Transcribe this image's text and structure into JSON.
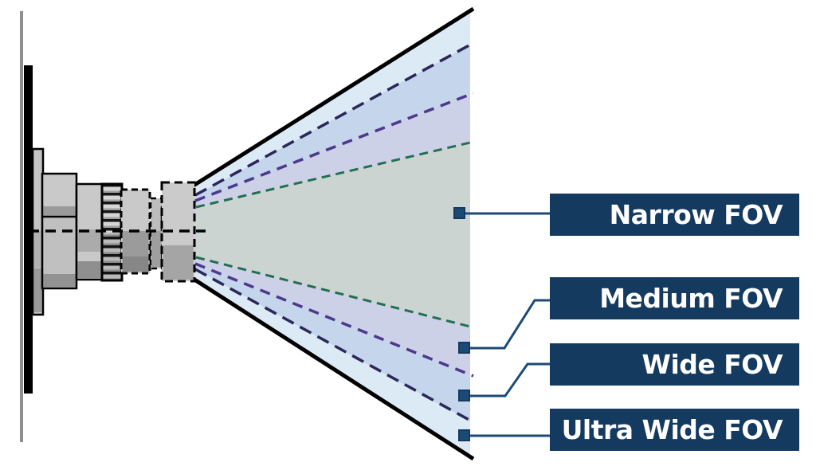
{
  "diagram": {
    "subject": "camera-lens-field-of-view-cones",
    "labels": [
      {
        "id": "narrow",
        "text": "Narrow FOV",
        "line_color": "#226F51",
        "fill_color": "#CBD4D1"
      },
      {
        "id": "medium",
        "text": "Medium FOV",
        "line_color": "#4C398C",
        "fill_color": "#CDD1E8"
      },
      {
        "id": "wide",
        "text": "Wide FOV",
        "line_color": "#2B2759",
        "fill_color": "#C5D5EC"
      },
      {
        "id": "ultrawide",
        "text": "Ultra Wide FOV",
        "line_color": "#000000",
        "fill_color": "#DCEAF6"
      }
    ],
    "colors": {
      "label_box": "#143A5F",
      "label_text": "#FFFFFF",
      "connector": "#1C4A76",
      "axis_line": "#000000",
      "wall_line": "#8E8E8E",
      "mount_bar": "#000000"
    }
  }
}
